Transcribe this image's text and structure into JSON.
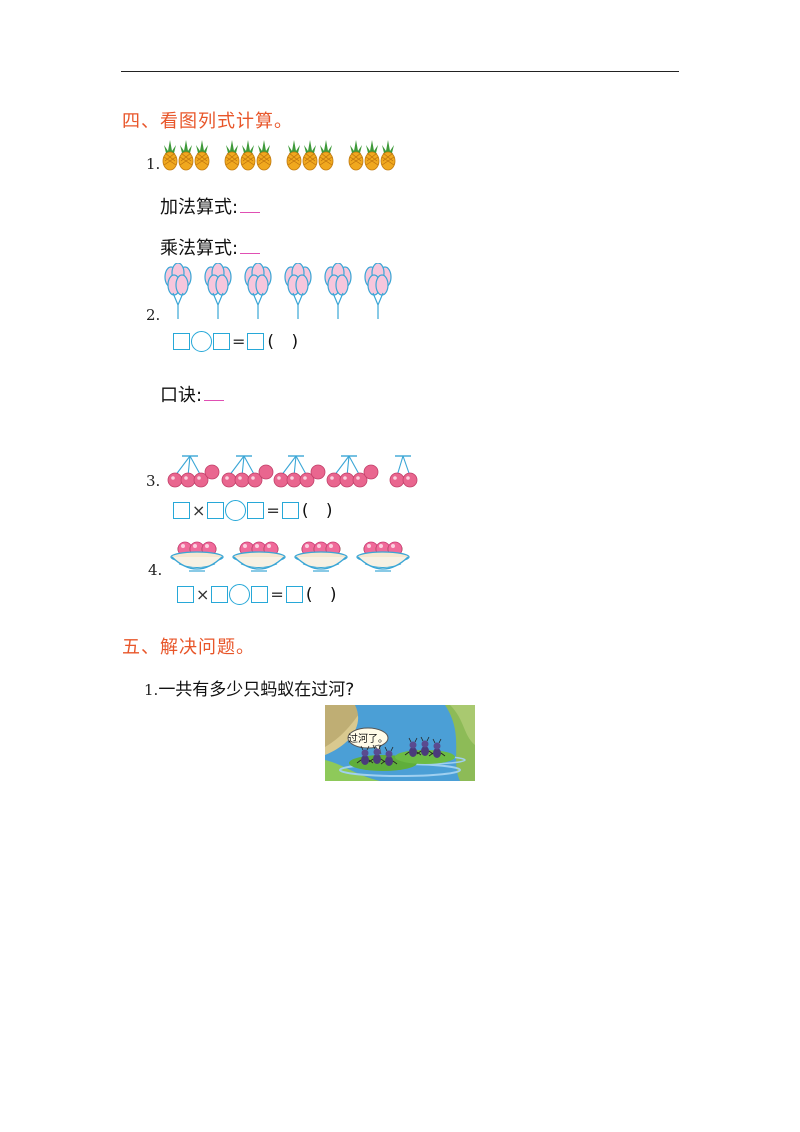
{
  "section4": {
    "title": "四、看图列式计算。",
    "q1": {
      "number": "1.",
      "add_label": "加法算式:",
      "mul_label": "乘法算式:",
      "pineapple_groups": 4,
      "pineapples_per_group": 3
    },
    "q2": {
      "number": "2.",
      "balloon_bunches": 6,
      "equals": "=",
      "paren": "( )",
      "rhyme_label": "口诀:"
    },
    "q3": {
      "number": "3.",
      "times": "×",
      "equals": "=",
      "paren": "( )"
    },
    "q4": {
      "number": "4.",
      "times": "×",
      "equals": "=",
      "paren": "( )",
      "bowls": 4
    }
  },
  "section5": {
    "title": "五、解决问题。",
    "q1": {
      "number": "1.",
      "text": "一共有多少只蚂蚁在过河?",
      "speech": "过河了。"
    }
  },
  "colors": {
    "section_title": "#e8562a",
    "answer_box": "#27a8d8",
    "blank_line": "#e04fb3"
  }
}
